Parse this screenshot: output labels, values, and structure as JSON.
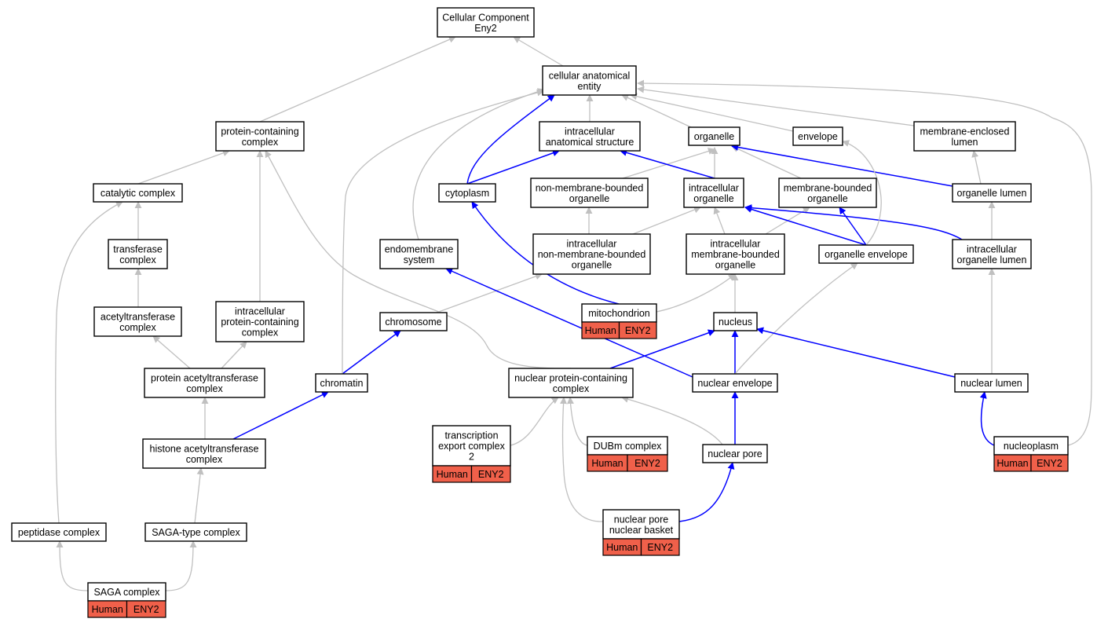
{
  "diagram": {
    "colors": {
      "is_a_edge": "#c0c0c0",
      "part_of_edge": "#0000ff",
      "annotation_fill": "#f0604a",
      "node_fill": "#ffffff"
    },
    "nodes": {
      "root": {
        "lines": [
          "Cellular Component",
          "Eny2"
        ]
      },
      "cae": {
        "lines": [
          "cellular anatomical",
          "entity"
        ]
      },
      "pcc": {
        "lines": [
          "protein-containing",
          "complex"
        ]
      },
      "ias": {
        "lines": [
          "intracellular",
          "anatomical structure"
        ]
      },
      "org": {
        "lines": [
          "organelle"
        ]
      },
      "env": {
        "lines": [
          "envelope"
        ]
      },
      "mel": {
        "lines": [
          "membrane-enclosed",
          "lumen"
        ]
      },
      "cat": {
        "lines": [
          "catalytic complex"
        ]
      },
      "cyt": {
        "lines": [
          "cytoplasm"
        ]
      },
      "nmbo": {
        "lines": [
          "non-membrane-bounded",
          "organelle"
        ]
      },
      "io": {
        "lines": [
          "intracellular",
          "organelle"
        ]
      },
      "mbo": {
        "lines": [
          "membrane-bounded",
          "organelle"
        ]
      },
      "ol": {
        "lines": [
          "organelle lumen"
        ]
      },
      "tc": {
        "lines": [
          "transferase",
          "complex"
        ]
      },
      "ems": {
        "lines": [
          "endomembrane",
          "system"
        ]
      },
      "inmbo": {
        "lines": [
          "intracellular",
          "non-membrane-bounded",
          "organelle"
        ]
      },
      "imbo": {
        "lines": [
          "intracellular",
          "membrane-bounded",
          "organelle"
        ]
      },
      "oe": {
        "lines": [
          "organelle envelope"
        ]
      },
      "iol": {
        "lines": [
          "intracellular",
          "organelle lumen"
        ]
      },
      "ac": {
        "lines": [
          "acetyltransferase",
          "complex"
        ]
      },
      "ipcc": {
        "lines": [
          "intracellular",
          "protein-containing",
          "complex"
        ]
      },
      "chr": {
        "lines": [
          "chromosome"
        ]
      },
      "mito": {
        "lines": [
          "mitochondrion"
        ],
        "anno": [
          "Human",
          "ENY2"
        ]
      },
      "nuc": {
        "lines": [
          "nucleus"
        ]
      },
      "pac": {
        "lines": [
          "protein acetyltransferase",
          "complex"
        ]
      },
      "chrt": {
        "lines": [
          "chromatin"
        ]
      },
      "npcc": {
        "lines": [
          "nuclear protein-containing",
          "complex"
        ]
      },
      "ne": {
        "lines": [
          "nuclear envelope"
        ]
      },
      "nl": {
        "lines": [
          "nuclear lumen"
        ]
      },
      "tec": {
        "lines": [
          "transcription",
          "export complex",
          "2"
        ],
        "anno": [
          "Human",
          "ENY2"
        ]
      },
      "dubm": {
        "lines": [
          "DUBm complex"
        ],
        "anno": [
          "Human",
          "ENY2"
        ]
      },
      "np": {
        "lines": [
          "nuclear pore"
        ]
      },
      "nplasm": {
        "lines": [
          "nucleoplasm"
        ],
        "anno": [
          "Human",
          "ENY2"
        ]
      },
      "hac": {
        "lines": [
          "histone acetyltransferase",
          "complex"
        ]
      },
      "pep": {
        "lines": [
          "peptidase complex"
        ]
      },
      "saga_t": {
        "lines": [
          "SAGA-type complex"
        ]
      },
      "npnb": {
        "lines": [
          "nuclear pore",
          "nuclear basket"
        ],
        "anno": [
          "Human",
          "ENY2"
        ]
      },
      "saga": {
        "lines": [
          "SAGA complex"
        ],
        "anno": [
          "Human",
          "ENY2"
        ]
      }
    }
  }
}
